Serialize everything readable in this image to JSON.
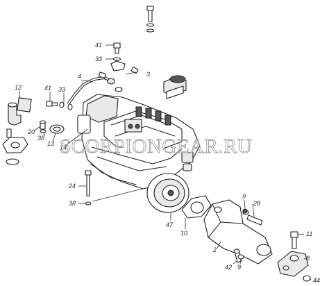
{
  "watermark": "SCORPIONGEAR.RU",
  "callouts": [
    {
      "id": "c41a",
      "text": "41"
    },
    {
      "id": "c33a",
      "text": "33"
    },
    {
      "id": "c3",
      "text": "3"
    },
    {
      "id": "c4",
      "text": "4"
    },
    {
      "id": "c41b",
      "text": "41"
    },
    {
      "id": "c33b",
      "text": "33"
    },
    {
      "id": "c12",
      "text": "12"
    },
    {
      "id": "c20",
      "text": "20"
    },
    {
      "id": "c38a",
      "text": "38"
    },
    {
      "id": "c13",
      "text": "13"
    },
    {
      "id": "c14",
      "text": "14"
    },
    {
      "id": "c24",
      "text": "24"
    },
    {
      "id": "c38b",
      "text": "38"
    },
    {
      "id": "c47",
      "text": "47"
    },
    {
      "id": "c10",
      "text": "10"
    },
    {
      "id": "c9a",
      "text": "9"
    },
    {
      "id": "c28",
      "text": "28"
    },
    {
      "id": "c2",
      "text": "2"
    },
    {
      "id": "c42",
      "text": "42"
    },
    {
      "id": "c9b",
      "text": "9"
    },
    {
      "id": "c11",
      "text": "11"
    },
    {
      "id": "c8",
      "text": "8"
    },
    {
      "id": "c44",
      "text": "44"
    }
  ]
}
